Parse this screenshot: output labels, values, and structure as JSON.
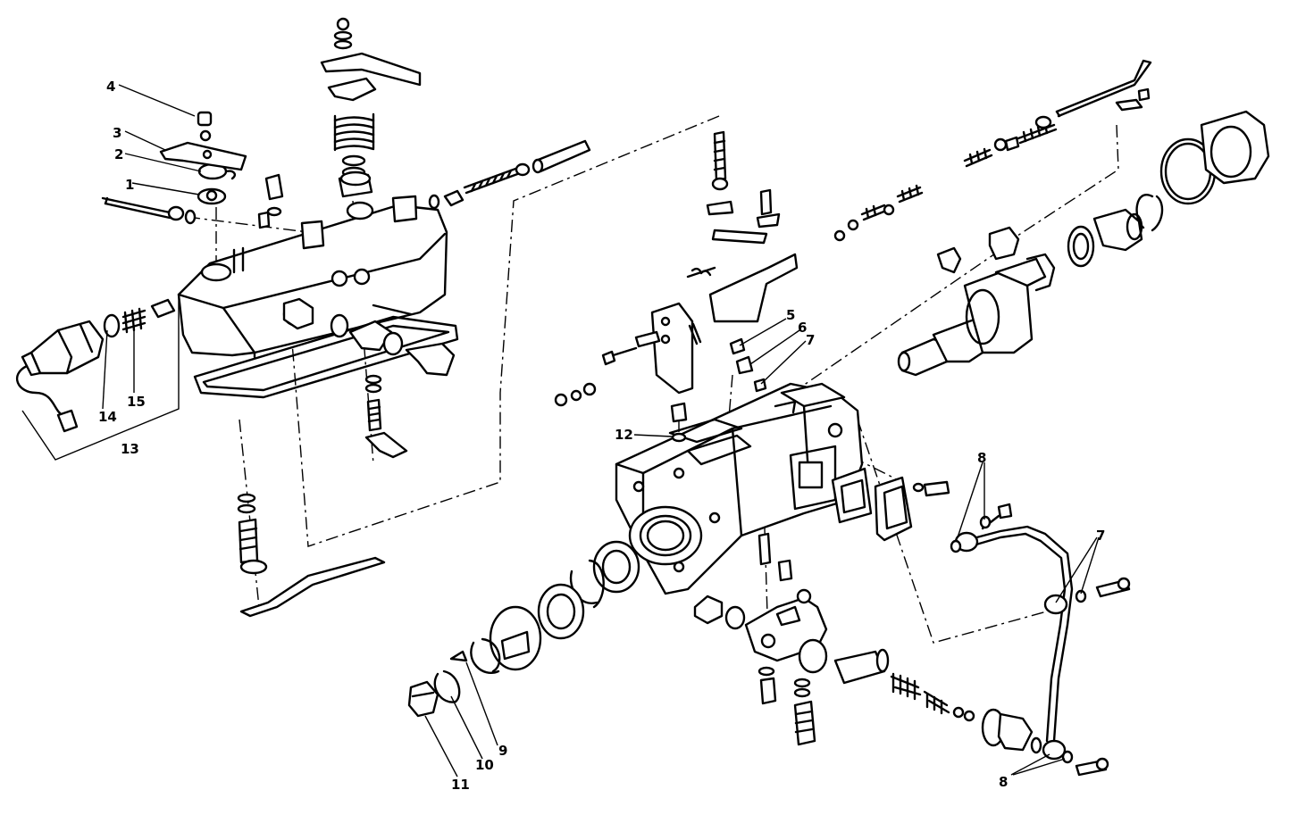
{
  "callouts": {
    "c1": "1",
    "c2": "2",
    "c3": "3",
    "c4": "4",
    "c5": "5",
    "c6": "6",
    "c7a": "7",
    "c7b": "7",
    "c8a": "8",
    "c8b": "8",
    "c9": "9",
    "c10": "10",
    "c11": "11",
    "c12": "12",
    "c13": "13",
    "c14": "14",
    "c15": "15"
  },
  "colors": {
    "ink": "#000000",
    "paper": "#ffffff"
  }
}
